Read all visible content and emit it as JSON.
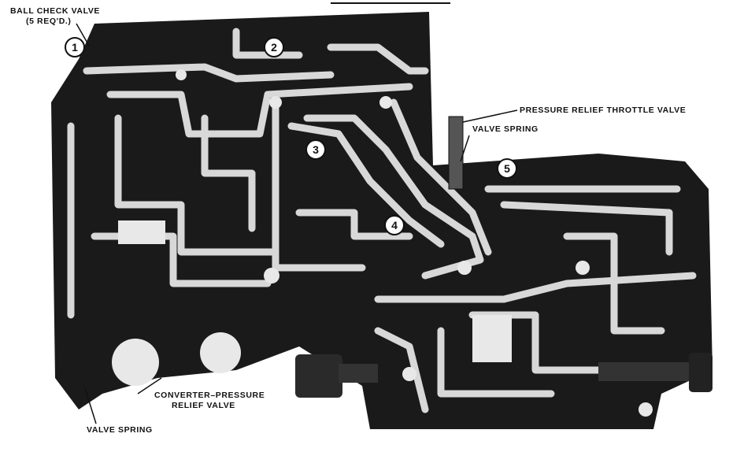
{
  "labels": {
    "ball_check_valve": "BALL CHECK VALVE",
    "ball_check_qty": "(5 REQ'D.)",
    "pressure_relief_throttle": "PRESSURE RELIEF THROTTLE VALVE",
    "valve_spring_top": "VALVE SPRING",
    "converter_line1": "CONVERTER–PRESSURE",
    "converter_line2": "RELIEF VALVE",
    "valve_spring_bottom": "VALVE SPRING"
  },
  "callouts": [
    "1",
    "2",
    "3",
    "4",
    "5"
  ]
}
